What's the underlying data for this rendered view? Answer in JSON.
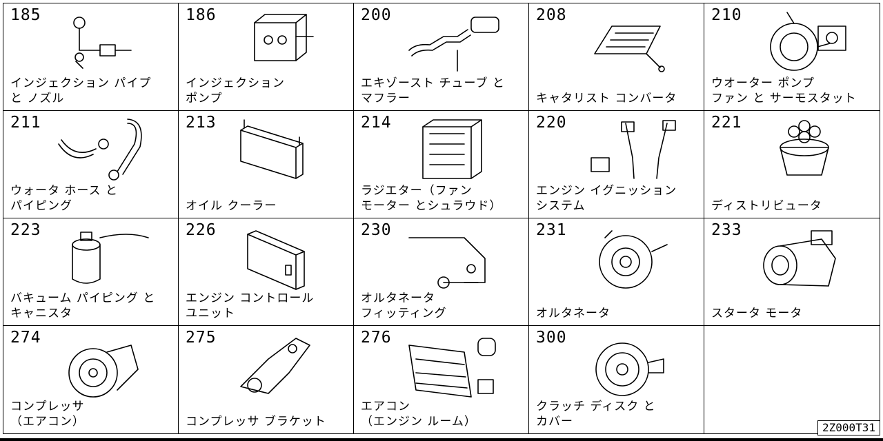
{
  "diagram_code": "2Z000T31",
  "cells": [
    {
      "num": "185",
      "name": "injection-pipe-nozzle",
      "line1": "インジェクション パイプ",
      "line2": "と ノズル"
    },
    {
      "num": "186",
      "name": "injection-pump",
      "line1": "インジェクション",
      "line2": "ポンプ"
    },
    {
      "num": "200",
      "name": "exhaust-tube-muffler",
      "line1": "エキゾースト チューブ と",
      "line2": "マフラー"
    },
    {
      "num": "208",
      "name": "catalyst-converter",
      "line1": "キャタリスト コンバータ",
      "line2": ""
    },
    {
      "num": "210",
      "name": "water-pump-fan-thermostat",
      "line1": "ウオーター ポンプ",
      "line2": "ファン と サーモスタット"
    },
    {
      "num": "211",
      "name": "water-hose-piping",
      "line1": "ウォータ ホース と",
      "line2": "パイピング"
    },
    {
      "num": "213",
      "name": "oil-cooler",
      "line1": "オイル クーラー",
      "line2": ""
    },
    {
      "num": "214",
      "name": "radiator-fan-shroud",
      "line1": "ラジエター（ファン",
      "line2": "モーター とシュラウド）"
    },
    {
      "num": "220",
      "name": "engine-ignition-system",
      "line1": "エンジン イグニッション",
      "line2": "システム"
    },
    {
      "num": "221",
      "name": "distributor",
      "line1": "ディストリビュータ",
      "line2": ""
    },
    {
      "num": "223",
      "name": "vacuum-piping-canister",
      "line1": "バキューム パイピング と",
      "line2": "キャニスタ"
    },
    {
      "num": "226",
      "name": "engine-control-unit",
      "line1": "エンジン コントロール",
      "line2": "ユニット"
    },
    {
      "num": "230",
      "name": "alternator-fitting",
      "line1": "オルタネータ",
      "line2": "フィッティング"
    },
    {
      "num": "231",
      "name": "alternator",
      "line1": "オルタネータ",
      "line2": ""
    },
    {
      "num": "233",
      "name": "starter-motor",
      "line1": "スタータ モータ",
      "line2": ""
    },
    {
      "num": "274",
      "name": "compressor-aircon",
      "line1": "コンプレッサ",
      "line2": "（エアコン）"
    },
    {
      "num": "275",
      "name": "compressor-bracket",
      "line1": "コンプレッサ ブラケット",
      "line2": ""
    },
    {
      "num": "276",
      "name": "aircon-engine-room",
      "line1": "エアコン",
      "line2": "（エンジン ルーム）"
    },
    {
      "num": "300",
      "name": "clutch-disc-cover",
      "line1": "クラッチ ディスク と",
      "line2": "カバー"
    },
    {
      "num": "",
      "name": "empty",
      "line1": "",
      "line2": ""
    }
  ]
}
